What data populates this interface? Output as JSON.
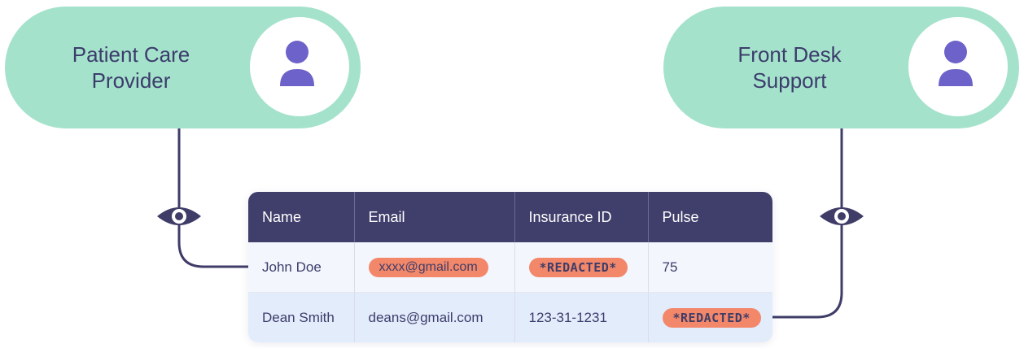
{
  "roles": [
    {
      "label": "Patient Care\nProvider",
      "icon": "person-icon"
    },
    {
      "label": "Front Desk\nSupport",
      "icon": "person-icon"
    }
  ],
  "table": {
    "headers": [
      "Name",
      "Email",
      "Insurance ID",
      "Pulse"
    ],
    "rows": [
      {
        "name": "John Doe",
        "email": "xxxx@gmail.com",
        "insurance_id": "*REDACTED*",
        "pulse": "75"
      },
      {
        "name": "Dean Smith",
        "email": "deans@gmail.com",
        "insurance_id": "123-31-1231",
        "pulse": "*REDACTED*"
      }
    ]
  },
  "icons": {
    "avatar": "person-icon",
    "view": "eye-icon"
  },
  "colors": {
    "pill": "#a5e2cc",
    "header": "#403e6b",
    "header_text": "#ffffff",
    "row1": "#f3f6fc",
    "row2": "#e3ecfb",
    "redacted": "#f2876a",
    "person": "#6d62c9",
    "connector": "#3f3d68"
  }
}
